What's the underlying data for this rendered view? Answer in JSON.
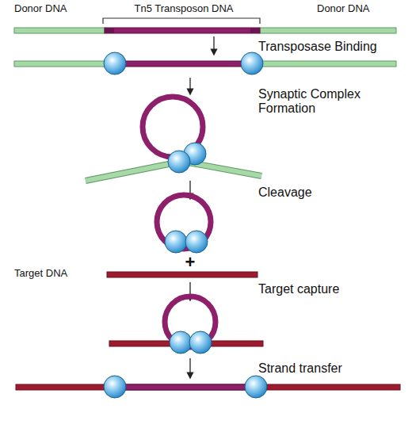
{
  "diagram": {
    "labels": [
      "Donor DNA",
      "Tn5 Transposon DNA",
      "Donor DNA",
      "Transposase Binding",
      "Synaptic Complex Formation",
      "Cleavage",
      "+",
      "Target DNA",
      "Target capture",
      "Strand transfer"
    ]
  }
}
